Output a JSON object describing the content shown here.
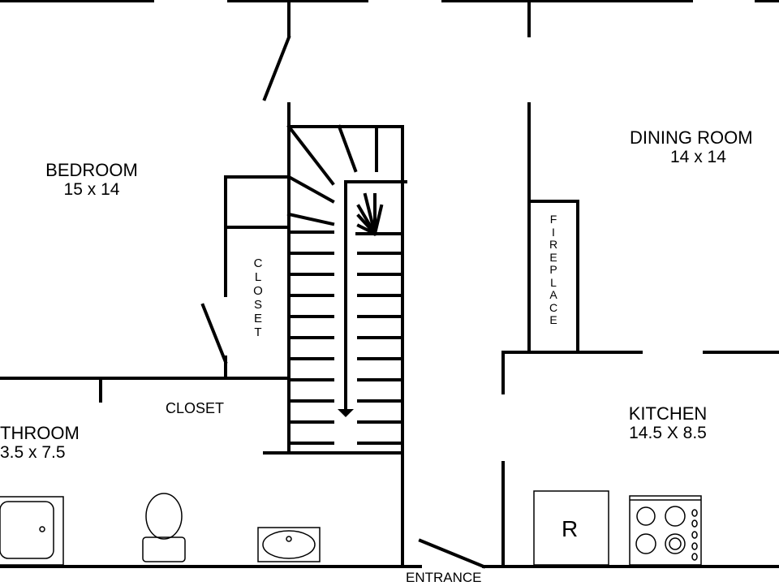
{
  "rooms": {
    "bedroom": {
      "name": "BEDROOM",
      "size": "15 x 14"
    },
    "bathroom": {
      "name": "THROOM",
      "size": "3.5 x 7.5"
    },
    "dining": {
      "name": "DINING ROOM",
      "size": "14 x 14"
    },
    "kitchen": {
      "name": "KITCHEN",
      "size": "14.5 X 8.5"
    }
  },
  "labels": {
    "closet_vertical": "CLOSET",
    "closet_horizontal": "CLOSET",
    "fireplace": "FIREPLACE",
    "entrance": "ENTRANCE",
    "refrigerator": "R"
  },
  "icons": [
    "stairs-icon",
    "down-arrow-icon",
    "toilet-icon",
    "bathtub-icon",
    "sink-icon",
    "refrigerator-icon",
    "stove-icon"
  ]
}
